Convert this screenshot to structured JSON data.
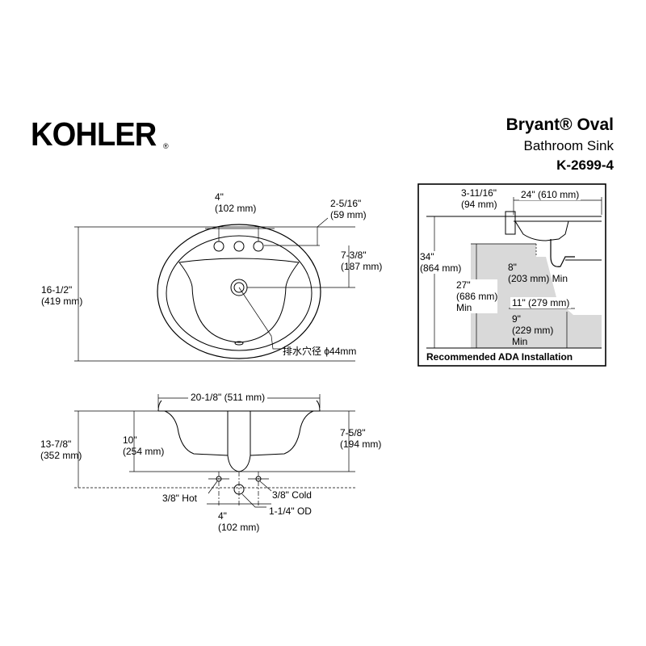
{
  "brand": {
    "logo": "KOHLER",
    "registered": "®"
  },
  "title": {
    "product": "Bryant® Oval",
    "type": "Bathroom Sink",
    "model": "K-2699-4"
  },
  "top_view": {
    "faucet_spacing": [
      "4\"",
      "(102 mm)"
    ],
    "edge_to_hole": [
      "2-5/16\"",
      "(59 mm)"
    ],
    "rim_to_drain": [
      "7-3/8\"",
      "(187 mm)"
    ],
    "depth": [
      "16-1/2\"",
      "(419 mm)"
    ],
    "drain_hole": "排水穴径 ϕ44mm"
  },
  "front_view": {
    "width": "20-1/8\" (511 mm)",
    "bowl_height": [
      "10\"",
      "(254 mm)"
    ],
    "overall_height": [
      "13-7/8\"",
      "(352 mm)"
    ],
    "side_height": [
      "7-5/8\"",
      "(194 mm)"
    ],
    "hot": "3/8\" Hot",
    "cold": "3/8\" Cold",
    "supply_spacing": [
      "4\"",
      "(102 mm)"
    ],
    "drain_od": "1-1/4\" OD"
  },
  "ada": {
    "caption": "Recommended ADA Installation",
    "setback": [
      "3-11/16\"",
      "(94 mm)"
    ],
    "counter_depth": "24\" (610 mm)",
    "rim_height": [
      "34\"",
      "(864 mm)"
    ],
    "knee_height": [
      "27\"",
      "(686 mm)",
      "Min"
    ],
    "knee_depth": [
      "8\"",
      "(203 mm) Min"
    ],
    "toe_depth": "11\" (279 mm)",
    "toe_height": [
      "9\"",
      "(229 mm)",
      "Min"
    ]
  }
}
